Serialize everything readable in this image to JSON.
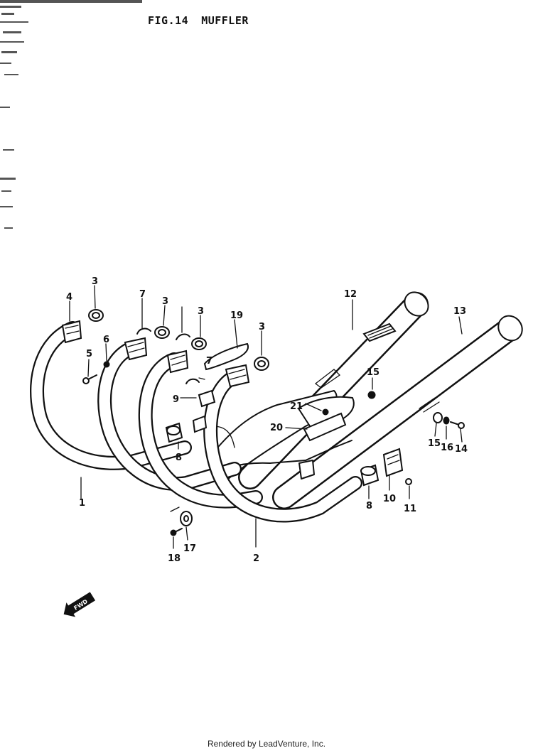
{
  "figure": {
    "number_label": "FIG.14",
    "title": "MUFFLER"
  },
  "callouts": [
    "1",
    "2",
    "3",
    "3",
    "3",
    "3",
    "4",
    "5",
    "6",
    "7",
    "7",
    "8",
    "8",
    "9",
    "10",
    "11",
    "12",
    "13",
    "14",
    "15",
    "15",
    "16",
    "17",
    "18",
    "19",
    "20",
    "21"
  ],
  "direction_arrow": {
    "label": "FWD",
    "icon": "fwd-arrow-icon"
  },
  "footer": {
    "text": "Rendered by LeadVenture, Inc."
  }
}
